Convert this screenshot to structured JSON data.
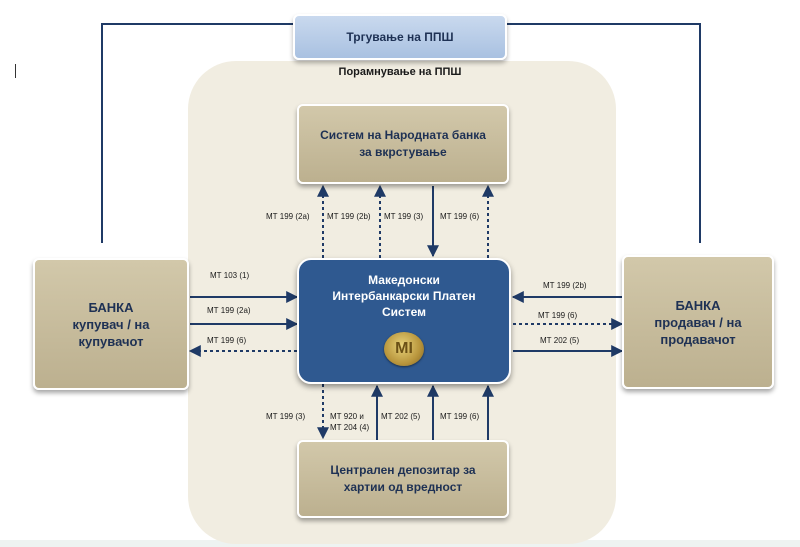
{
  "settlement_region": {
    "title": "Порамнување на ППШ"
  },
  "trading": {
    "label": "Тргување на ППШ"
  },
  "nbrm_system": {
    "line1": "Систем на Народната банка",
    "line2": "за вкрстување"
  },
  "mips": {
    "line1": "Македонски",
    "line2": "Интербанкарски Платен",
    "line3": "Систем"
  },
  "buyer_bank": {
    "line1": "БАНКА",
    "line2": "купувач / на",
    "line3": "купувачот"
  },
  "seller_bank": {
    "line1": "БАНКА",
    "line2": "продавач / на",
    "line3": "продавачот"
  },
  "csd": {
    "line1": "Централен депозитар за",
    "line2": "хартии од вредност"
  },
  "messages": {
    "top": [
      "МТ 199 (2а)",
      "МТ 199 (2b)",
      "МТ 199 (3)",
      "МТ 199 (6)"
    ],
    "left": [
      "МТ 103 (1)",
      "МТ 199 (2а)",
      "МТ 199 (6)"
    ],
    "right": [
      "МТ 199 (2b)",
      "МТ 199 (6)",
      "МТ 202 (5)"
    ],
    "bottom_1": "МТ 199 (3)",
    "bottom_2a": "МТ 920 и",
    "bottom_2b": "МТ 204 (4)",
    "bottom_3": "МТ 202 (5)",
    "bottom_4": "МТ 199 (6)"
  },
  "colors": {
    "arrow": "#1f3a66",
    "tan_box": "#c9bf9f",
    "mips_box": "#2f5990",
    "trading_box": "#b7cbe7",
    "region": "#f1ede1"
  }
}
